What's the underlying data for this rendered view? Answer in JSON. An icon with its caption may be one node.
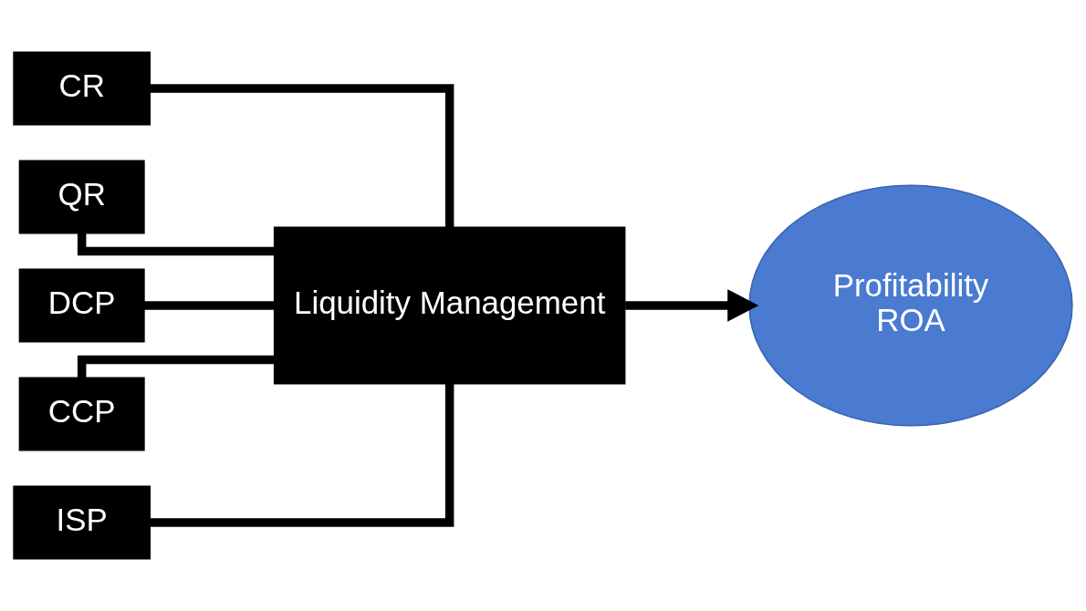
{
  "diagram": {
    "nodes": [
      {
        "text": [
          "CR"
        ]
      },
      {
        "text": [
          "QR"
        ]
      },
      {
        "text": [
          "DCP"
        ]
      },
      {
        "text": [
          "CCP"
        ]
      },
      {
        "text": [
          "ISP"
        ]
      },
      {
        "text": [
          "Liquidity Management"
        ]
      },
      {
        "text": [
          "Profitability",
          "ROA"
        ]
      }
    ],
    "edges": [
      {
        "from": 0,
        "to": 5,
        "arrow": "none"
      },
      {
        "from": 1,
        "to": 5,
        "arrow": "none"
      },
      {
        "from": 2,
        "to": 5,
        "arrow": "none"
      },
      {
        "from": 3,
        "to": 5,
        "arrow": "none"
      },
      {
        "from": 4,
        "to": 5,
        "arrow": "none"
      },
      {
        "from": 5,
        "to": 6,
        "arrow": "to"
      }
    ]
  }
}
